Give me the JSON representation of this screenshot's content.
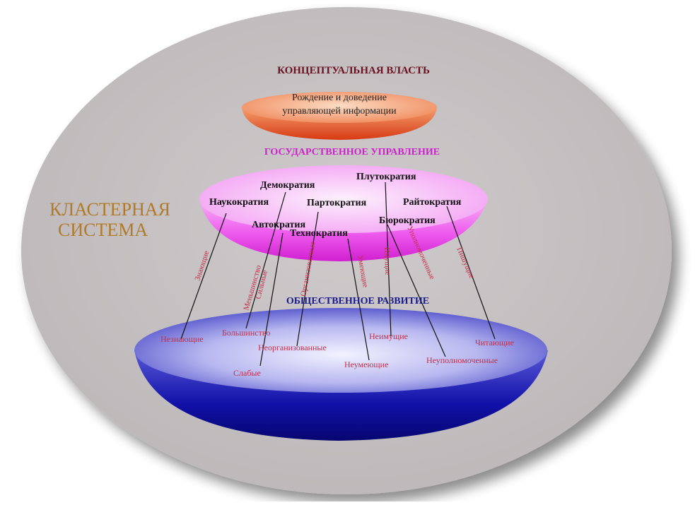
{
  "colors": {
    "outer_ellipse": "#c6c2c3",
    "top_disc": "#e8522a",
    "middle_disc": "#ee55ee",
    "bottom_disc": "#1a1aa0",
    "title_conceptual": "#6b1020",
    "title_state": "#cc22cc",
    "title_social": "#1a1a8a",
    "cluster_label": "#b07a2a",
    "link_label": "#c0304a"
  },
  "cluster_label": [
    "КЛАСТЕРНАЯ",
    "СИСТЕМА"
  ],
  "titles": {
    "conceptual": "КОНЦЕПТУАЛЬНАЯ ВЛАСТЬ",
    "state": "ГОСУДАРСТВЕННОЕ УПРАВЛЕНИЕ",
    "social": "ОБЩЕСТВЕННОЕ РАЗВИТИЕ"
  },
  "top_disc_text": [
    "Рождение и доведение",
    "управляющей информации"
  ],
  "cracies": [
    "Демократия",
    "Плутократия",
    "Наукократия",
    "Партократия",
    "Райтократия",
    "Автократия",
    "Бюрократия",
    "Технократия"
  ],
  "upper_links": [
    "Знающие",
    "Меньшинство",
    "Сильные",
    "Организованные",
    "Умеющие",
    "Имущие",
    "Уполномоченные",
    "Пишущие"
  ],
  "lower_links": [
    "Незнающие",
    "Большинство",
    "Слабые",
    "Неорганизованные",
    "Неумеющие",
    "Неимущие",
    "Неуполномоченные",
    "Читающие"
  ]
}
